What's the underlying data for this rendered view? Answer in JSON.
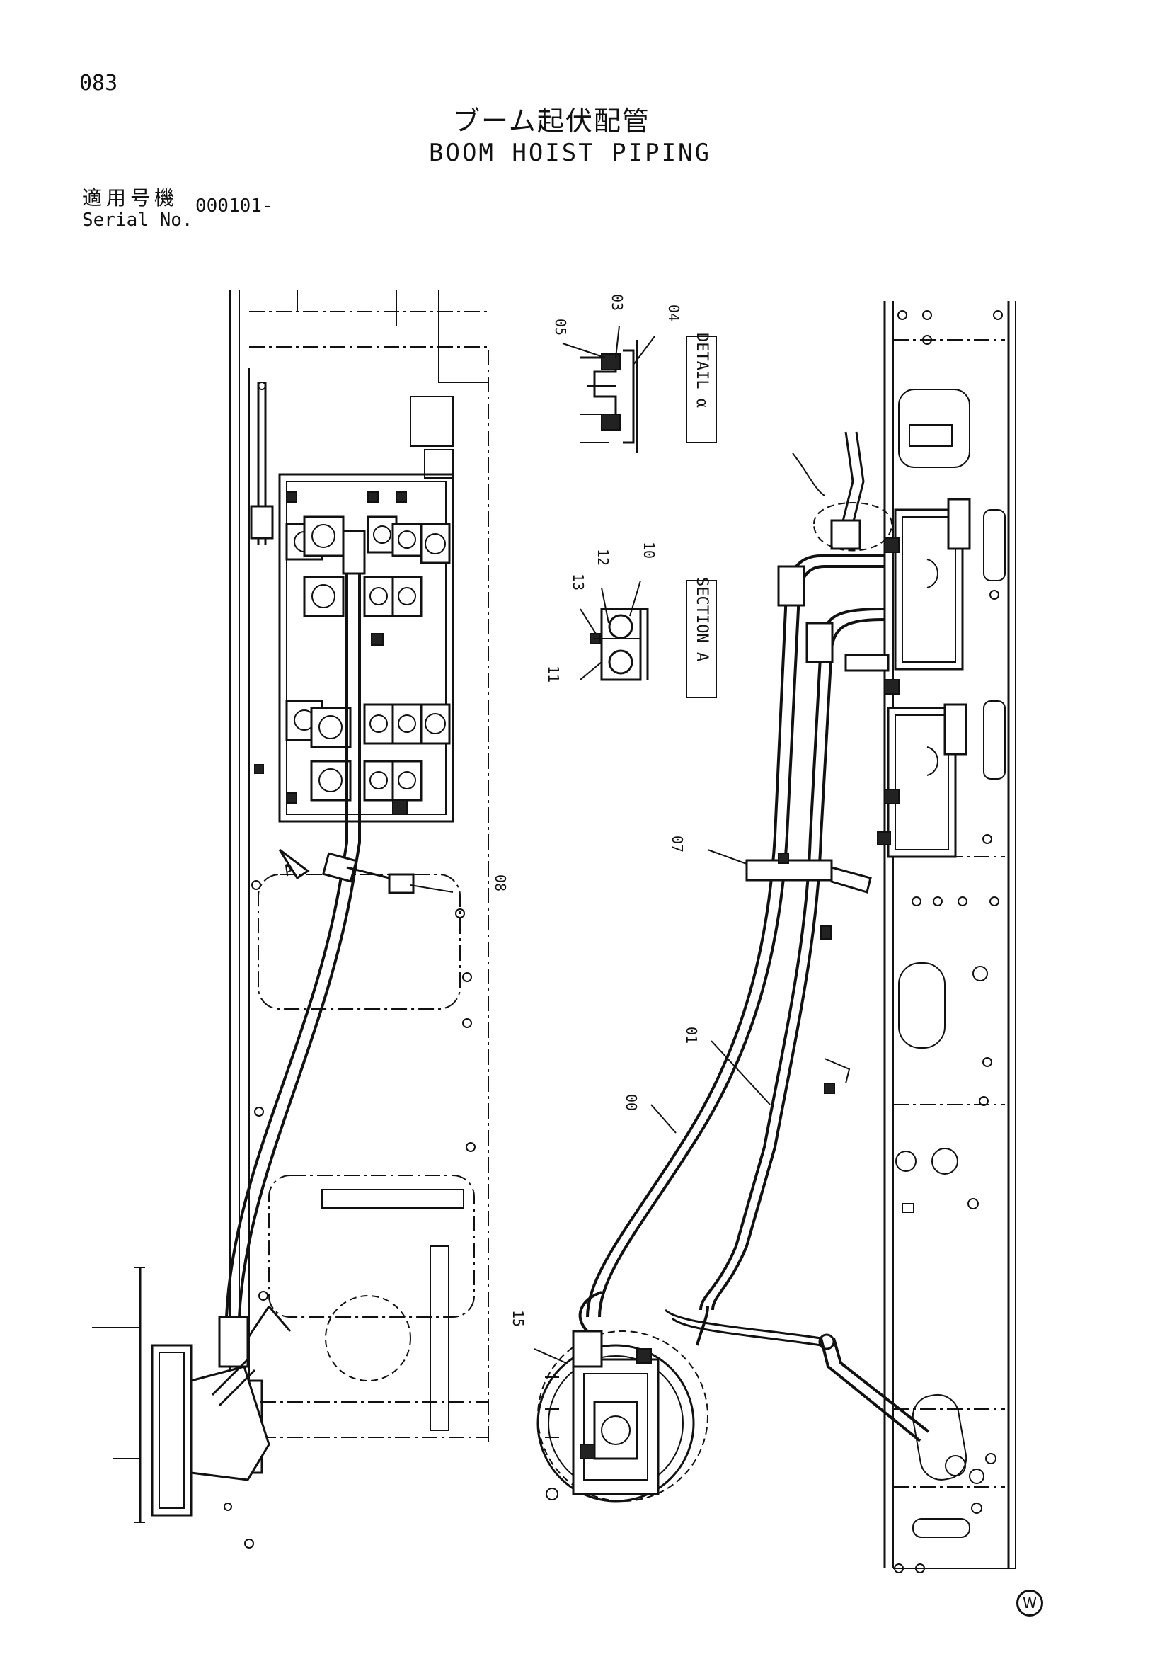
{
  "page": {
    "number": "083",
    "title_jp": "ブーム起伏配管",
    "title_en": "BOOM HOIST PIPING",
    "serial_label_jp": "適用号機",
    "serial_label_en": "Serial No.",
    "serial_value": "000101-"
  },
  "diagram": {
    "detail_labels": {
      "detail_a": "DETAIL α",
      "section_a": "SECTION A",
      "view_arrow": "A"
    },
    "part_callouts": [
      "03",
      "04",
      "05",
      "10",
      "11",
      "12",
      "13",
      "07",
      "08",
      "01",
      "00",
      "15"
    ]
  },
  "logo": {
    "mark": "W"
  }
}
